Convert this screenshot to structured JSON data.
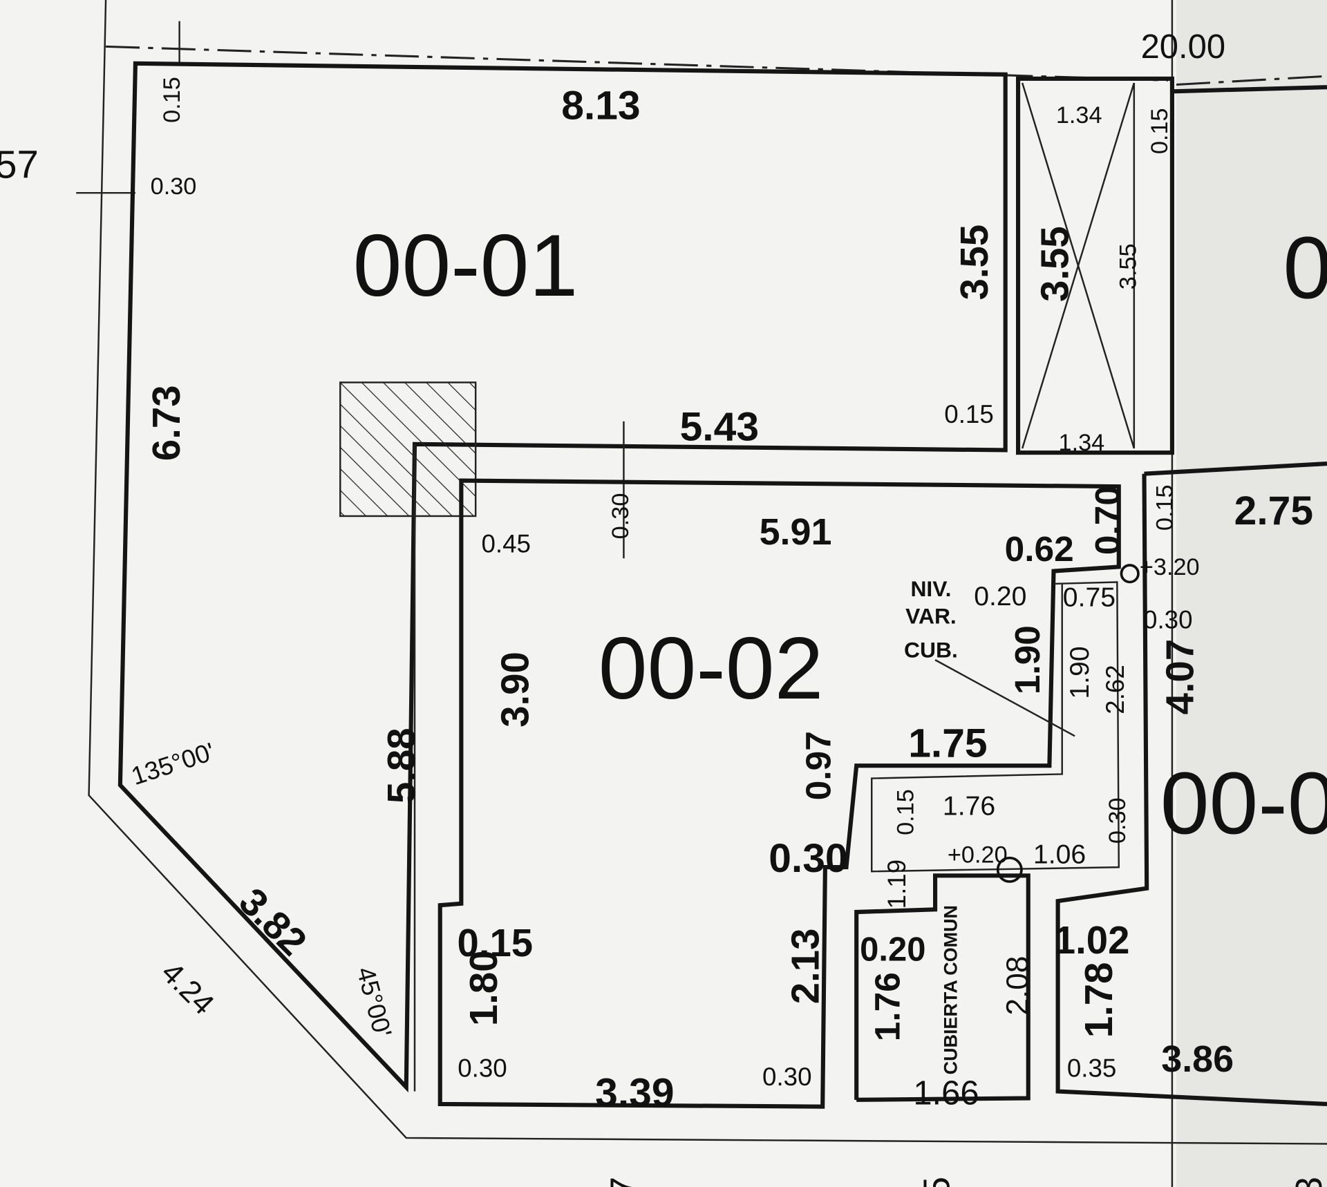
{
  "drawing": {
    "title": "Floor plan - units",
    "units": [
      {
        "id": "00-01"
      },
      {
        "id": "00-02"
      },
      {
        "id": "00-0"
      },
      {
        "id": "0"
      }
    ],
    "dimensions": [
      "20.00",
      "57",
      "8.13",
      "0.15",
      "0.30",
      "3.55",
      "3.55",
      "3.55",
      "1.34",
      "1.34",
      "0.15",
      "6.73",
      "5.43",
      "0.15",
      "0.30",
      "5.91",
      "0.45",
      "0.62",
      "0.70",
      "2.75",
      "0.15",
      "+3.20",
      "NIV.",
      "VAR.",
      "CUB.",
      "0.20",
      "0.75",
      "0.30",
      "3.90",
      "1.90",
      "1.90",
      "2.62",
      "4.07",
      "1.75",
      "0.97",
      "5.88",
      "135°00'",
      "1.76",
      "0.15",
      "+0.20",
      "1.06",
      "0.30",
      "0.30",
      "1.19",
      "CUBIERTA COMUN",
      "0.15",
      "0.20",
      "1.02",
      "3.82",
      "45°00'",
      "4.24",
      "1.80",
      "2.13",
      "1.76",
      "2.08",
      "1.78",
      "3.86",
      "0.30",
      "3.39",
      "0.30",
      "1.66",
      "0.35",
      "7",
      "5",
      "3"
    ],
    "colors": {
      "ink": "#151515",
      "paper": "#f3f3f1"
    }
  }
}
